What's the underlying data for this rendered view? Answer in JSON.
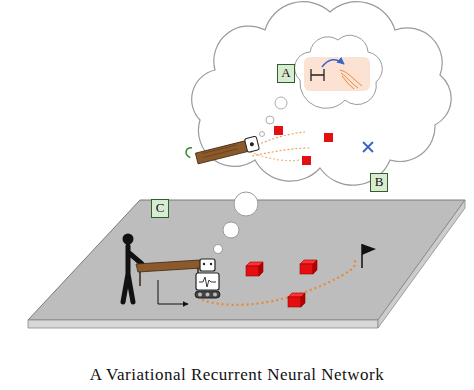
{
  "diagram": {
    "caption": "A Variational Recurrent Neural Network",
    "nodes": [
      {
        "text": [
          "A"
        ]
      },
      {
        "text": [
          "B"
        ]
      },
      {
        "text": [
          "C"
        ]
      }
    ]
  }
}
